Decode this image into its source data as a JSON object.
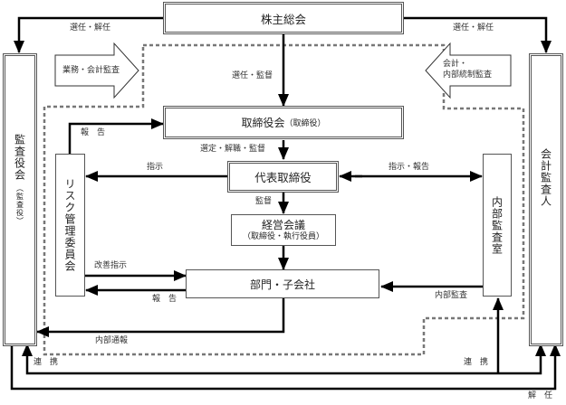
{
  "nodes": {
    "shareholders": "株主総会",
    "board": "取締役会",
    "board_sub": "（取締役）",
    "ceo": "代表取締役",
    "mgmt_meeting": "経営会議",
    "mgmt_meeting_sub": "（取締役・執行役員）",
    "departments": "部門・子会社",
    "risk_committee": "リスク管理委員会",
    "internal_audit": "内部監査室",
    "audit_board": "監査役会",
    "audit_board_sub": "（監査役）",
    "accounting_auditor": "会計監査人"
  },
  "edges": {
    "elect_dismiss_left": "選任・解任",
    "elect_dismiss_right": "選任・解任",
    "elect_supervise": "選任・監督",
    "select_dismiss_supervise": "選定・解職・監督",
    "supervise": "監督",
    "report_risk_to_board": "報　告",
    "instruct_risk": "指示",
    "instruct_report_audit": "指示・報告",
    "improve_instruct": "改善指示",
    "report_dept_to_risk": "報　告",
    "internal_audit_dept": "内部監査",
    "whistleblow": "内部通報",
    "cooperate_left": "連　携",
    "cooperate_right": "連　携",
    "dismiss": "解　任"
  },
  "block_arrows": {
    "business_accounting_audit": "業務・会計監査",
    "accounting_ic_audit_line1": "会計・",
    "accounting_ic_audit_line2": "内部統制監査"
  }
}
